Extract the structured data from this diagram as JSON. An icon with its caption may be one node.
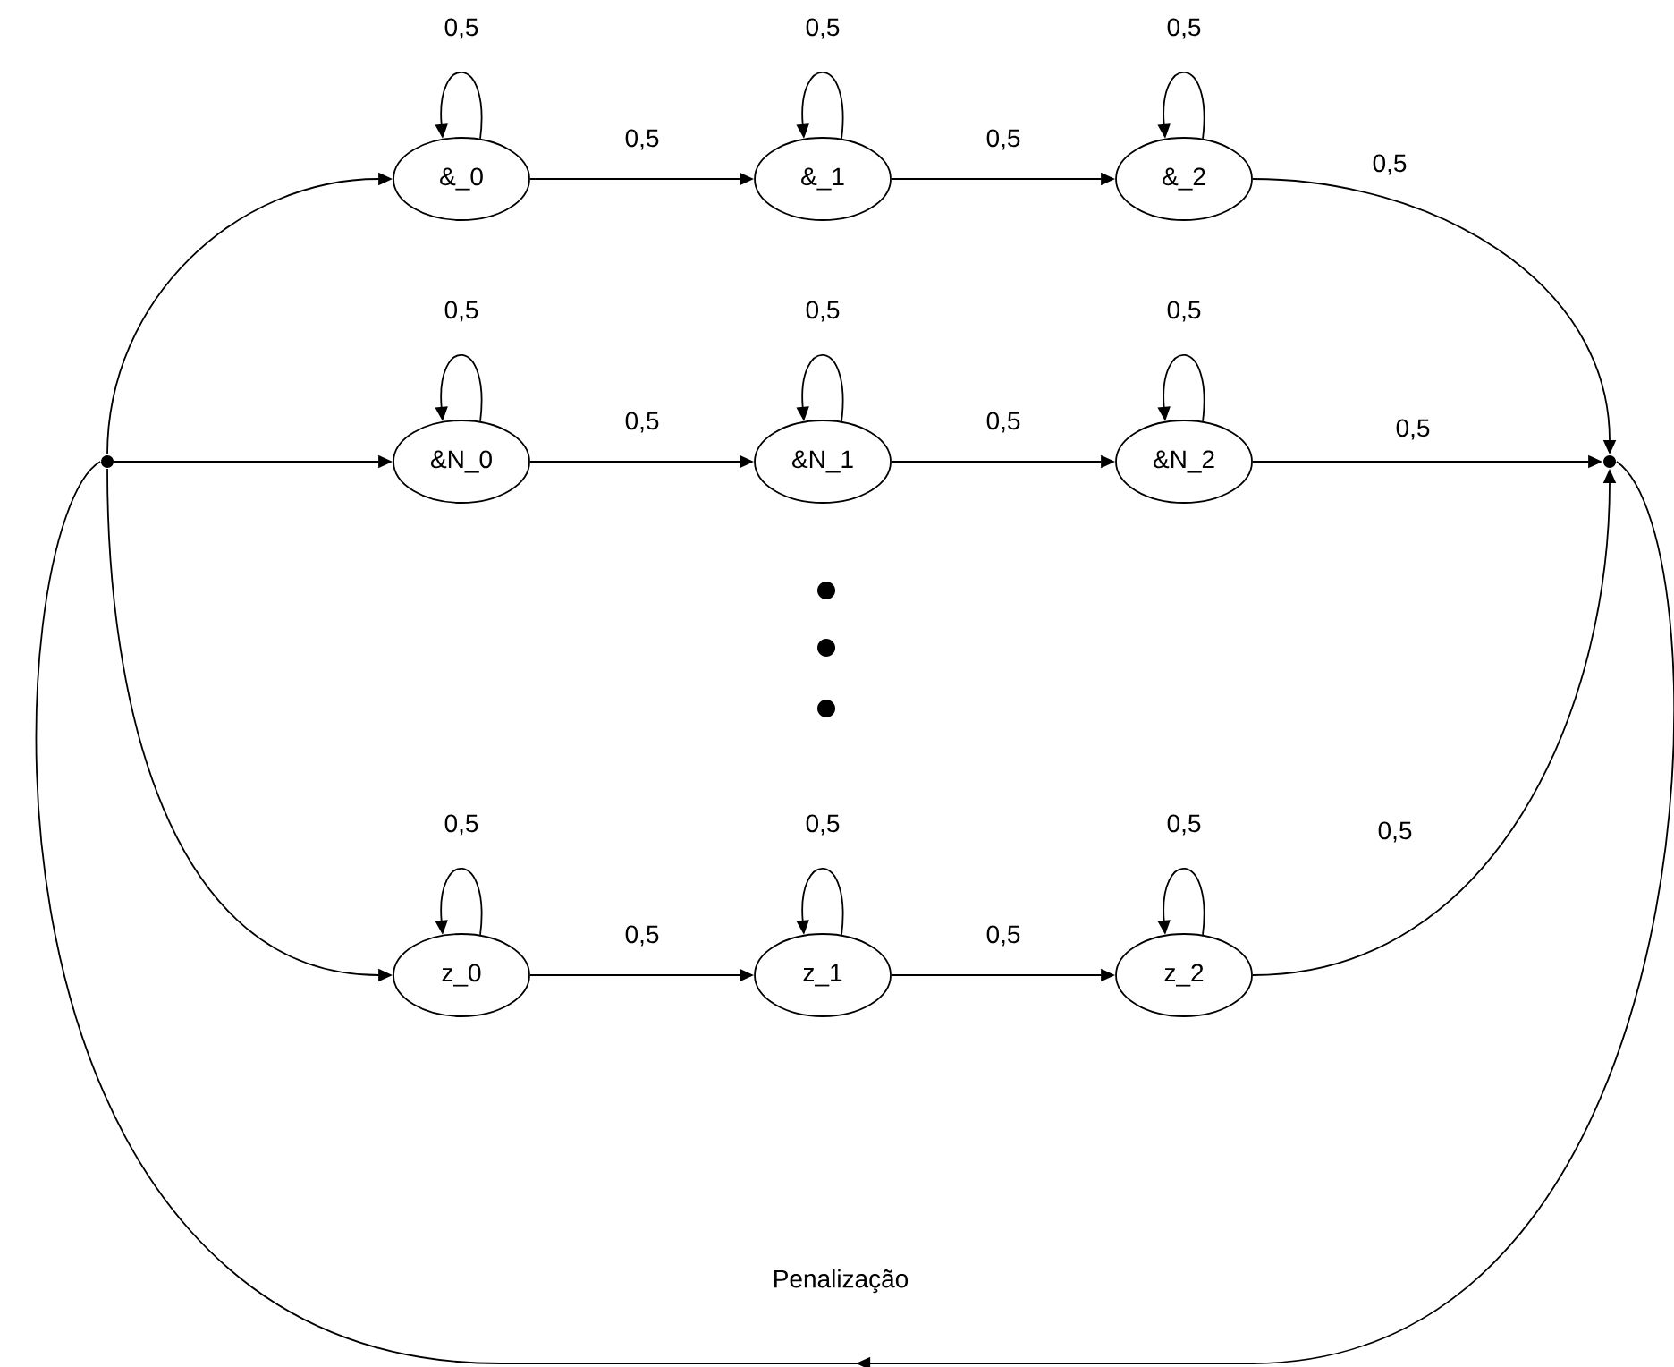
{
  "diagram": {
    "nodes": [
      {
        "text": [],
        "shape": "circle"
      },
      {
        "text": [
          "&_0"
        ]
      },
      {
        "text": [
          "&_1"
        ]
      },
      {
        "text": [
          "&_2"
        ]
      },
      {
        "text": [
          "&N_0"
        ]
      },
      {
        "text": [
          "&N_1"
        ]
      },
      {
        "text": [
          "&N_2"
        ]
      },
      {
        "text": [
          "z_0"
        ]
      },
      {
        "text": [
          "z_1"
        ]
      },
      {
        "text": [
          "z_2"
        ]
      },
      {
        "text": [],
        "shape": "circle"
      }
    ],
    "edges": [
      {
        "from": 0,
        "to": 1,
        "arrow": "to"
      },
      {
        "from": 0,
        "to": 4,
        "arrow": "to"
      },
      {
        "from": 0,
        "to": 7,
        "arrow": "to"
      },
      {
        "from": 1,
        "to": 1,
        "arrow": "to",
        "label": "0,5"
      },
      {
        "from": 1,
        "to": 2,
        "arrow": "to",
        "label": "0,5"
      },
      {
        "from": 2,
        "to": 2,
        "arrow": "to",
        "label": "0,5"
      },
      {
        "from": 2,
        "to": 3,
        "arrow": "to",
        "label": "0,5"
      },
      {
        "from": 3,
        "to": 3,
        "arrow": "to",
        "label": "0,5"
      },
      {
        "from": 3,
        "to": 10,
        "arrow": "to",
        "label": "0,5"
      },
      {
        "from": 4,
        "to": 4,
        "arrow": "to",
        "label": "0,5"
      },
      {
        "from": 4,
        "to": 5,
        "arrow": "to",
        "label": "0,5"
      },
      {
        "from": 5,
        "to": 5,
        "arrow": "to",
        "label": "0,5"
      },
      {
        "from": 5,
        "to": 6,
        "arrow": "to",
        "label": "0,5"
      },
      {
        "from": 6,
        "to": 6,
        "arrow": "to",
        "label": "0,5"
      },
      {
        "from": 6,
        "to": 10,
        "arrow": "to",
        "label": "0,5"
      },
      {
        "from": 7,
        "to": 7,
        "arrow": "to",
        "label": "0,5"
      },
      {
        "from": 7,
        "to": 8,
        "arrow": "to",
        "label": "0,5"
      },
      {
        "from": 8,
        "to": 8,
        "arrow": "to",
        "label": "0,5"
      },
      {
        "from": 8,
        "to": 9,
        "arrow": "to",
        "label": "0,5"
      },
      {
        "from": 9,
        "to": 9,
        "arrow": "to",
        "label": "0,5"
      },
      {
        "from": 9,
        "to": 10,
        "arrow": "to",
        "label": "0,5"
      },
      {
        "from": 10,
        "to": 0,
        "arrow": "to",
        "label": "Penalização"
      }
    ]
  }
}
